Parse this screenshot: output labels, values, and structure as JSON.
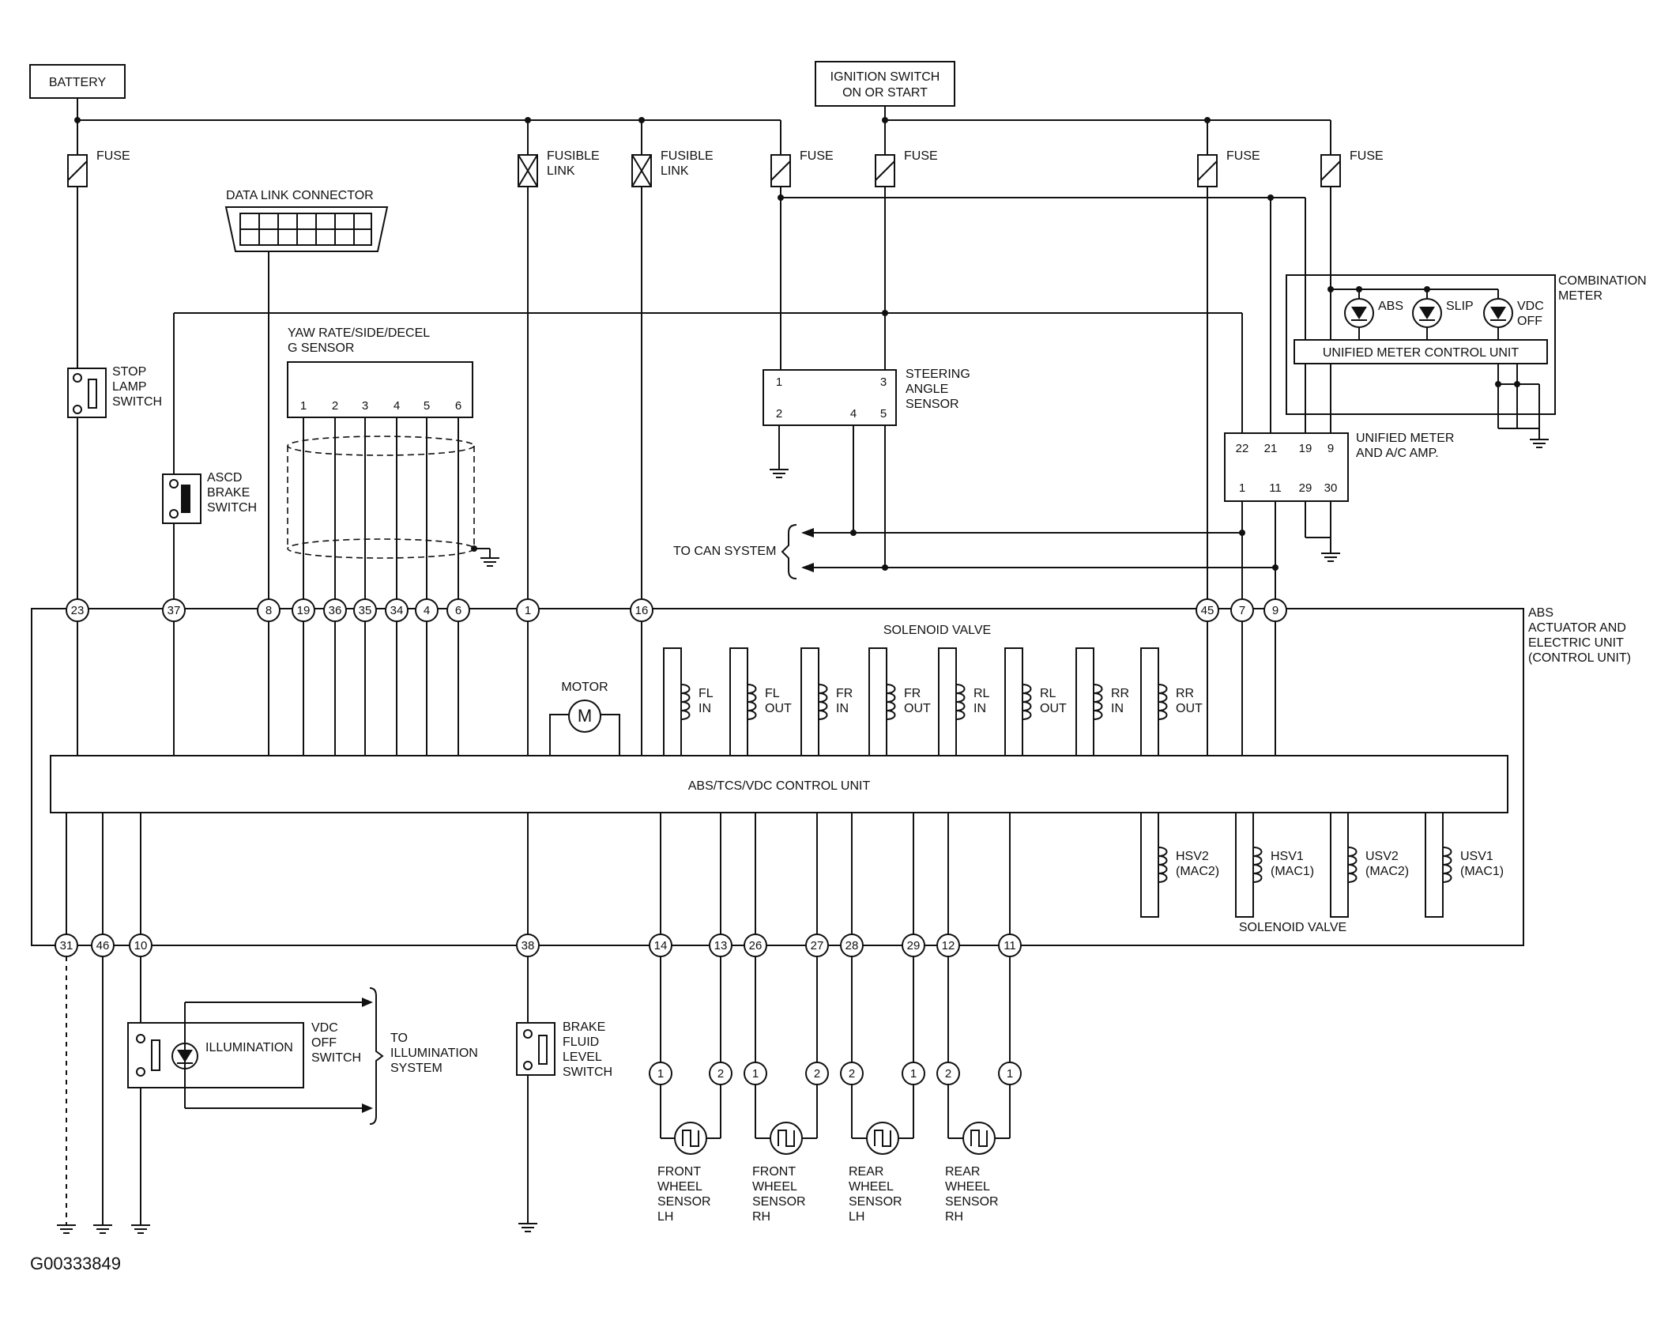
{
  "labels": {
    "battery": "BATTERY",
    "ignition_line1": "IGNITION SWITCH",
    "ignition_line2": "ON OR START",
    "fuse": "FUSE",
    "fusible_line1": "FUSIBLE",
    "fusible_line2": "LINK",
    "data_link_connector": "DATA LINK CONNECTOR",
    "stop_lamp_switch": [
      "STOP",
      "LAMP",
      "SWITCH"
    ],
    "ascd_brake_switch": [
      "ASCD",
      "BRAKE",
      "SWITCH"
    ],
    "yaw_sensor": [
      "YAW RATE/SIDE/DECEL",
      "G SENSOR"
    ],
    "yaw_pins": [
      "1",
      "2",
      "3",
      "4",
      "5",
      "6"
    ],
    "steering_angle_sensor": [
      "STEERING",
      "ANGLE",
      "SENSOR"
    ],
    "steering_pins": [
      "1",
      "3",
      "2",
      "4",
      "5"
    ],
    "combination_meter": [
      "COMBINATION",
      "METER"
    ],
    "lamp_abs": "ABS",
    "lamp_slip": "SLIP",
    "lamp_vdc_off": [
      "VDC",
      "OFF"
    ],
    "unified_meter_control_unit": "UNIFIED METER CONTROL UNIT",
    "unified_meter_ac_amp": [
      "UNIFIED METER",
      "AND A/C AMP."
    ],
    "unified_pins_top": [
      "22",
      "21",
      "19",
      "9"
    ],
    "unified_pins_bottom": [
      "1",
      "11",
      "29",
      "30"
    ],
    "to_can_system": "TO CAN SYSTEM",
    "abs_actuator": [
      "ABS",
      "ACTUATOR AND",
      "ELECTRIC UNIT",
      "(CONTROL UNIT)"
    ],
    "solenoid_valve": "SOLENOID VALVE",
    "motor": "MOTOR",
    "motor_symbol": "M",
    "control_unit": "ABS/TCS/VDC CONTROL UNIT",
    "valves_top": [
      [
        "FL",
        "IN"
      ],
      [
        "FL",
        "OUT"
      ],
      [
        "FR",
        "IN"
      ],
      [
        "FR",
        "OUT"
      ],
      [
        "RL",
        "IN"
      ],
      [
        "RL",
        "OUT"
      ],
      [
        "RR",
        "IN"
      ],
      [
        "RR",
        "OUT"
      ]
    ],
    "valves_bottom": [
      [
        "HSV2",
        "(MAC2)"
      ],
      [
        "HSV1",
        "(MAC1)"
      ],
      [
        "USV2",
        "(MAC2)"
      ],
      [
        "USV1",
        "(MAC1)"
      ]
    ],
    "top_terminals": [
      "23",
      "37",
      "8",
      "19",
      "36",
      "35",
      "34",
      "4",
      "6",
      "1",
      "16",
      "45",
      "7",
      "9"
    ],
    "bottom_terminals": [
      "31",
      "46",
      "10",
      "38",
      "14",
      "13",
      "26",
      "27",
      "28",
      "29",
      "12",
      "11"
    ],
    "illumination": "ILLUMINATION",
    "vdc_off_switch": [
      "VDC",
      "OFF",
      "SWITCH"
    ],
    "to_illumination_system": [
      "TO",
      "ILLUMINATION",
      "SYSTEM"
    ],
    "brake_fluid_level_switch": [
      "BRAKE",
      "FLUID",
      "LEVEL",
      "SWITCH"
    ],
    "wheel_sensor_pins": [
      "1",
      "2",
      "1",
      "2",
      "2",
      "1",
      "2",
      "1"
    ],
    "wheel_sensors": [
      [
        "FRONT",
        "WHEEL",
        "SENSOR",
        "LH"
      ],
      [
        "FRONT",
        "WHEEL",
        "SENSOR",
        "RH"
      ],
      [
        "REAR",
        "WHEEL",
        "SENSOR",
        "LH"
      ],
      [
        "REAR",
        "WHEEL",
        "SENSOR",
        "RH"
      ]
    ],
    "figure_id": "G00333849"
  }
}
